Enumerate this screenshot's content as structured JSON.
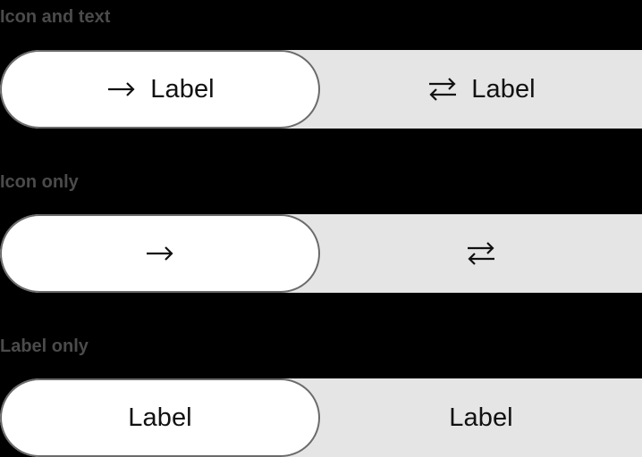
{
  "sections": [
    {
      "title": "Icon and text",
      "segments": [
        {
          "icon": "arrow-right-icon",
          "label": "Label",
          "selected": true
        },
        {
          "icon": "swap-arrows-icon",
          "label": "Label",
          "selected": false
        }
      ]
    },
    {
      "title": "Icon only",
      "segments": [
        {
          "icon": "arrow-right-icon",
          "selected": true
        },
        {
          "icon": "swap-arrows-icon",
          "selected": false
        }
      ]
    },
    {
      "title": "Label only",
      "segments": [
        {
          "label": "Label",
          "selected": true
        },
        {
          "label": "Label",
          "selected": false
        }
      ]
    }
  ],
  "colors": {
    "background": "#000000",
    "selected_segment": "#ffffff",
    "unselected_segment": "#e5e5e5",
    "selected_border": "#6b6b6b",
    "text": "#111111",
    "section_title": "#4b4b4b"
  }
}
